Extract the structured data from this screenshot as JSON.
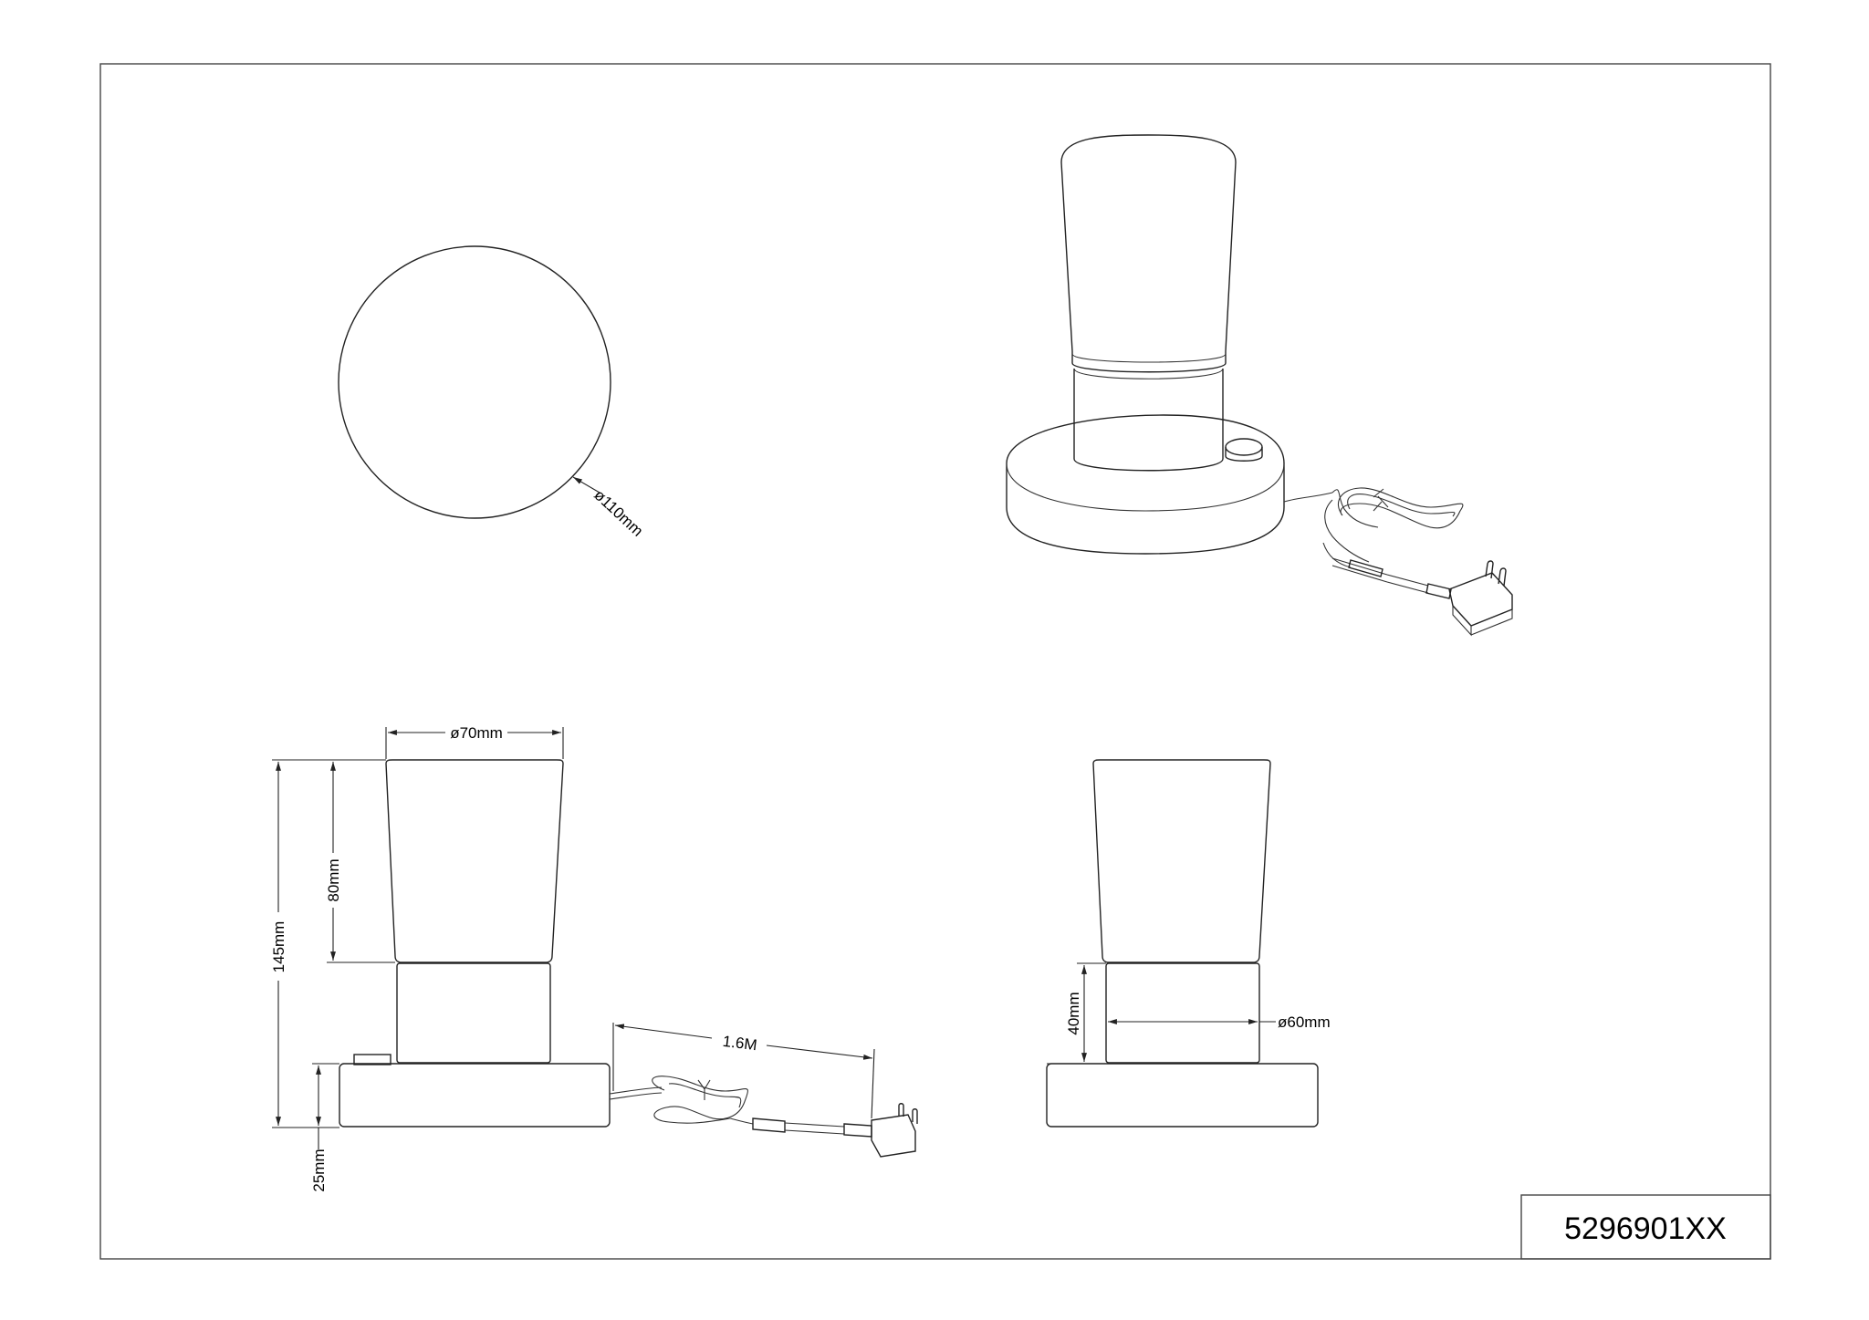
{
  "drawing": {
    "part_number": "5296901XX",
    "dimensions": {
      "top_diameter": "ø110mm",
      "shade_diameter": "ø70mm",
      "overall_height": "145mm",
      "shade_height": "80mm",
      "base_height": "25mm",
      "cable_length": "1.6M",
      "body_height": "40mm",
      "body_diameter": "ø60mm"
    }
  }
}
